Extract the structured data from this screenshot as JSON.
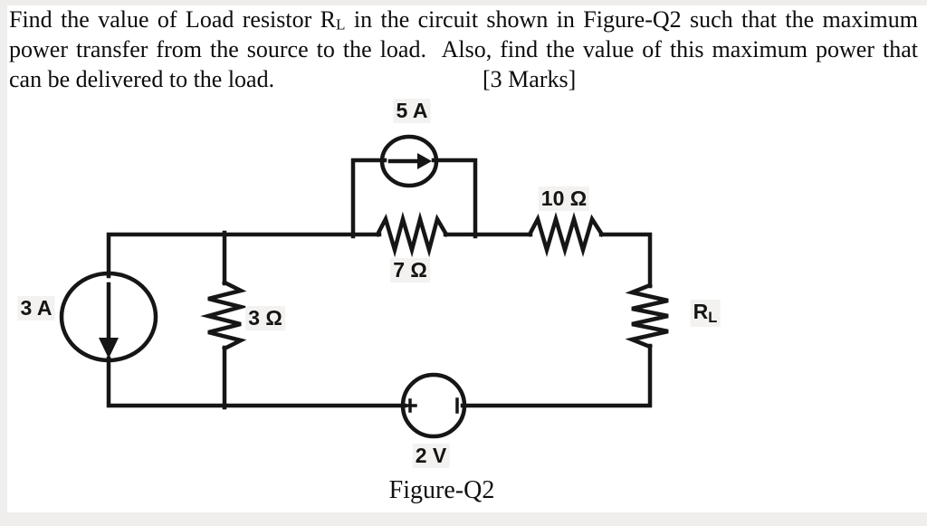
{
  "question": {
    "line1_pre": "Find the value of Load resistor R",
    "line1_sub": "L",
    "line1_post": " in the circuit shown in Figure-Q2 such that the maximum",
    "line2": "power transfer from the source to the load.  Also, find the value of this maximum power that",
    "line3": "can be delivered to the load.",
    "marks": "[3 Marks]"
  },
  "circuit": {
    "caption": "Figure-Q2",
    "labels": {
      "top_current_source": "5 A",
      "left_current_source": "3 A",
      "shunt_resistor": "3 Ω",
      "series_resistor_7": "7 Ω",
      "series_resistor_10": "10 Ω",
      "load_resistor_base": "R",
      "load_resistor_sub": "L",
      "voltage_source": "2 V"
    },
    "polarity": {
      "plus": "+",
      "minus": "−"
    },
    "colors": {
      "ink": "#161616",
      "page": "#ffffff",
      "margin": "#efeeec",
      "label_bg": "#f3f2f0"
    }
  }
}
